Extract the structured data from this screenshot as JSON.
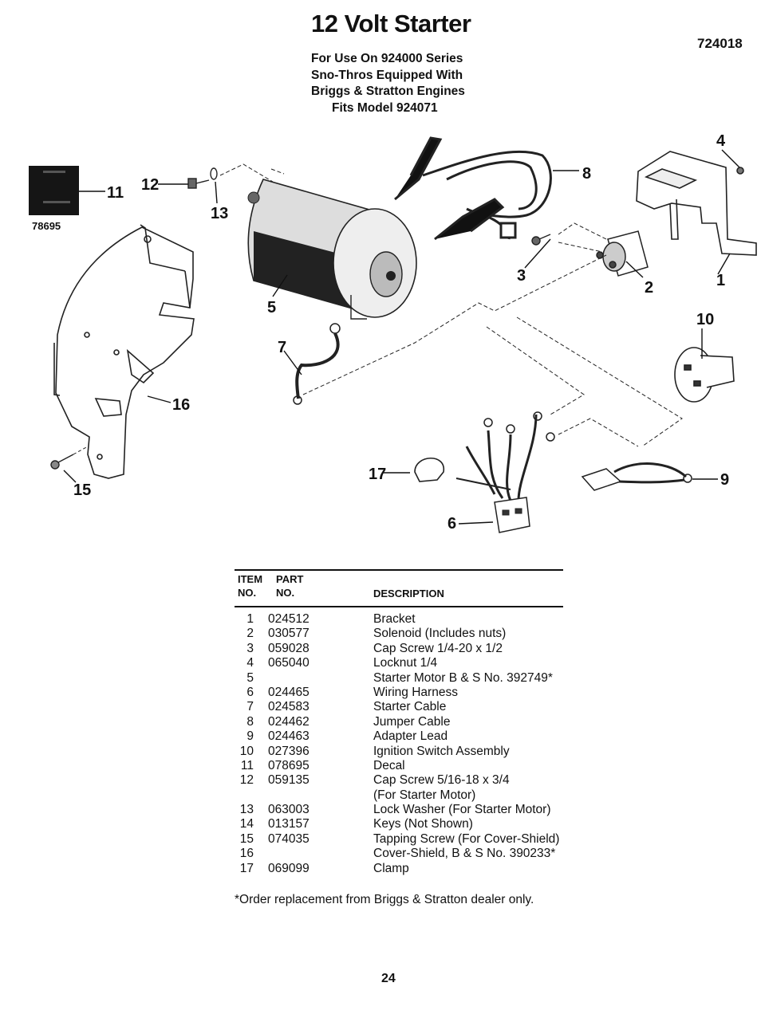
{
  "page": {
    "title": "12 Volt Starter",
    "doc_number": "724018",
    "subtitle_lines": [
      "For Use On 924000 Series",
      "Sno-Thros Equipped With",
      "Briggs & Stratton Engines",
      "Fits Model 924071"
    ],
    "page_number": "24"
  },
  "diagram": {
    "decal_number": "78695",
    "callouts": [
      "1",
      "2",
      "3",
      "4",
      "5",
      "6",
      "7",
      "8",
      "9",
      "10",
      "11",
      "12",
      "13",
      "15",
      "16",
      "17"
    ]
  },
  "parts_table": {
    "headers": {
      "item": "ITEM NO.",
      "part": "PART NO.",
      "description": "DESCRIPTION"
    },
    "rows": [
      {
        "item": "1",
        "part": "024512",
        "description": "Bracket"
      },
      {
        "item": "2",
        "part": "030577",
        "description": "Solenoid (Includes nuts)"
      },
      {
        "item": "3",
        "part": "059028",
        "description": "Cap Screw 1/4-20 x 1/2"
      },
      {
        "item": "4",
        "part": "065040",
        "description": "Locknut 1/4"
      },
      {
        "item": "5",
        "part": "",
        "description": "Starter Motor B & S No. 392749*"
      },
      {
        "item": "6",
        "part": "024465",
        "description": "Wiring Harness"
      },
      {
        "item": "7",
        "part": "024583",
        "description": "Starter Cable"
      },
      {
        "item": "8",
        "part": "024462",
        "description": "Jumper Cable"
      },
      {
        "item": "9",
        "part": "024463",
        "description": "Adapter Lead"
      },
      {
        "item": "10",
        "part": "027396",
        "description": "Ignition Switch Assembly"
      },
      {
        "item": "11",
        "part": "078695",
        "description": "Decal"
      },
      {
        "item": "12",
        "part": "059135",
        "description": "Cap Screw 5/16-18 x 3/4"
      },
      {
        "item": "",
        "part": "",
        "description": " (For Starter Motor)"
      },
      {
        "item": "13",
        "part": "063003",
        "description": "Lock Washer (For Starter Motor)"
      },
      {
        "item": "14",
        "part": "013157",
        "description": "Keys (Not Shown)"
      },
      {
        "item": "15",
        "part": "074035",
        "description": "Tapping Screw (For Cover-Shield)"
      },
      {
        "item": "16",
        "part": "",
        "description": "Cover-Shield, B & S No. 390233*"
      },
      {
        "item": "17",
        "part": "069099",
        "description": "Clamp"
      }
    ],
    "footnote": "*Order replacement from Briggs & Stratton dealer only."
  }
}
